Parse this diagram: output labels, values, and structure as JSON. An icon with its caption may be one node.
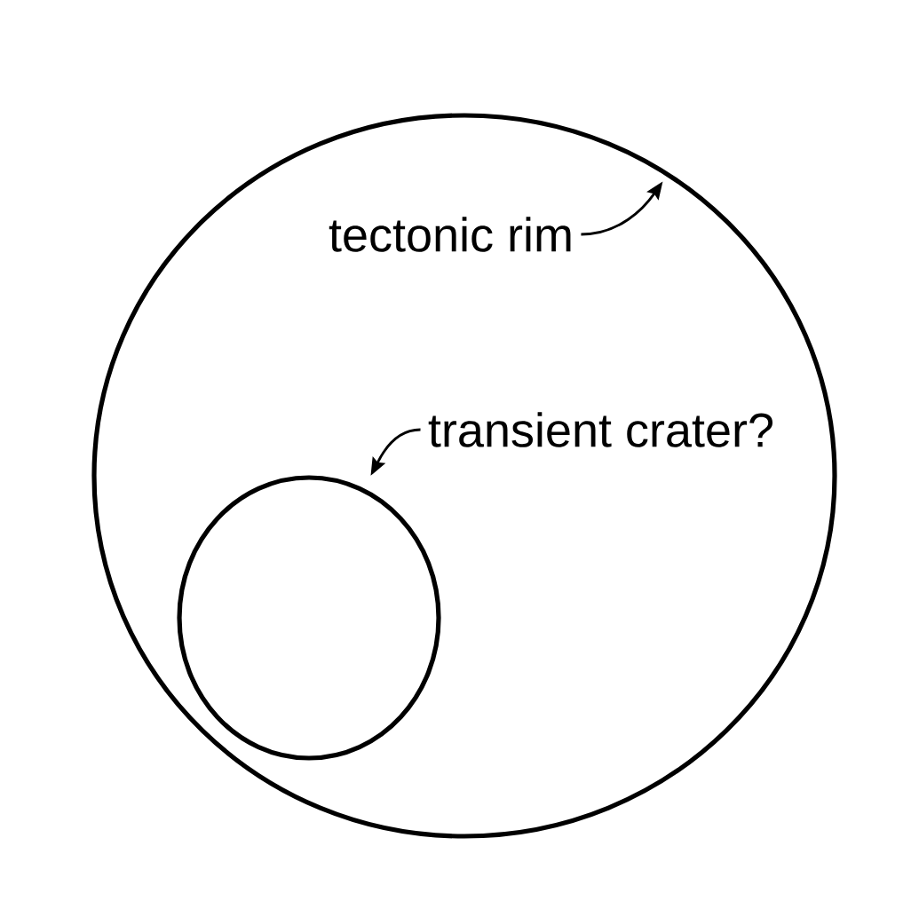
{
  "diagram": {
    "nodes": [
      {
        "text": [],
        "shape": "circle"
      },
      {
        "text": [],
        "shape": "circle",
        "in": 0
      },
      {
        "text": [
          "tectonic rim"
        ],
        "in": 0
      },
      {
        "text": [
          "transient crater?"
        ],
        "in": 0
      }
    ],
    "edges": [
      {
        "from": 2,
        "to": 0,
        "arrow": "to"
      },
      {
        "from": 3,
        "to": 1,
        "arrow": "to"
      }
    ]
  }
}
